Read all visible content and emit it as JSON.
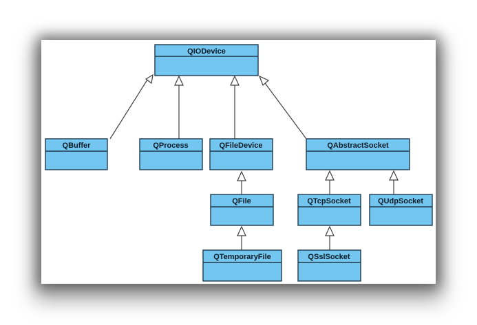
{
  "diagram": {
    "classes": {
      "qiodevice": "QIODevice",
      "qbuffer": "QBuffer",
      "qprocess": "QProcess",
      "qfiledevice": "QFileDevice",
      "qabstractsocket": "QAbstractSocket",
      "qfile": "QFile",
      "qtcpsocket": "QTcpSocket",
      "qudpsocket": "QUdpSocket",
      "qtemporaryfile": "QTemporaryFile",
      "qsslsocket": "QSslSocket"
    },
    "inheritance": [
      {
        "child": "QBuffer",
        "parent": "QIODevice"
      },
      {
        "child": "QProcess",
        "parent": "QIODevice"
      },
      {
        "child": "QFileDevice",
        "parent": "QIODevice"
      },
      {
        "child": "QAbstractSocket",
        "parent": "QIODevice"
      },
      {
        "child": "QFile",
        "parent": "QFileDevice"
      },
      {
        "child": "QTemporaryFile",
        "parent": "QFile"
      },
      {
        "child": "QTcpSocket",
        "parent": "QAbstractSocket"
      },
      {
        "child": "QUdpSocket",
        "parent": "QAbstractSocket"
      },
      {
        "child": "QSslSocket",
        "parent": "QTcpSocket"
      }
    ],
    "colors": {
      "box_fill": "#73c6ef",
      "box_stroke": "#1f3a4d",
      "edge": "#404040"
    }
  }
}
